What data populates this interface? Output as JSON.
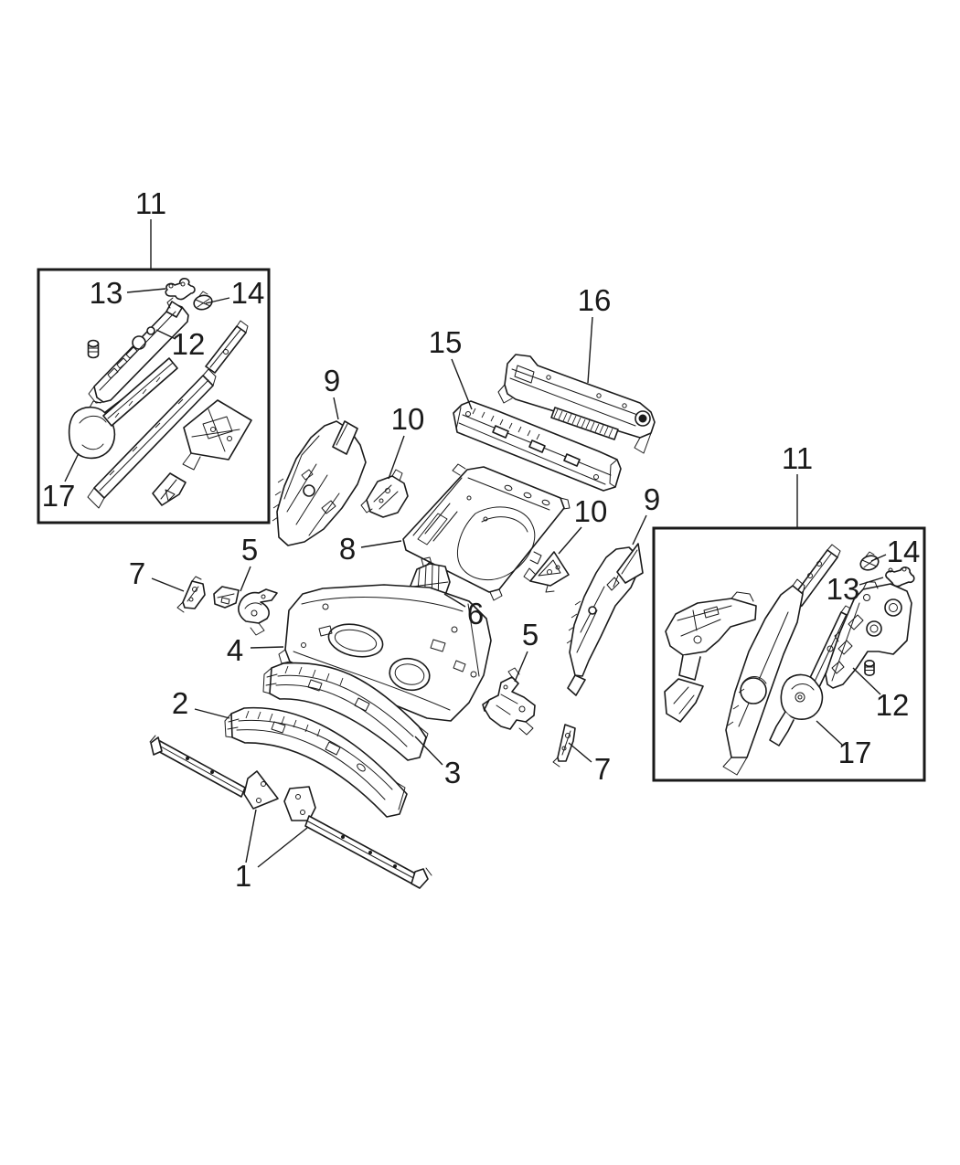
{
  "diagram": {
    "kind": "exploded-parts-line-drawing",
    "background": "#ffffff",
    "ink": "#1a1a1a",
    "callouts": {
      "c11_left": "11",
      "c13_left": "13",
      "c14_left": "14",
      "c12_left": "12",
      "c17_left": "17",
      "c9_left": "9",
      "c10_left": "10",
      "c15": "15",
      "c16": "16",
      "c8": "8",
      "c6": "6",
      "c5_left": "5",
      "c7_left": "7",
      "c4": "4",
      "c2": "2",
      "c3": "3",
      "c1": "1",
      "c5_right": "5",
      "c7_right": "7",
      "c9_right": "9",
      "c10_right": "10",
      "c11_right": "11",
      "c14_right": "14",
      "c13_right": "13",
      "c12_right": "12",
      "c17_right": "17"
    }
  }
}
